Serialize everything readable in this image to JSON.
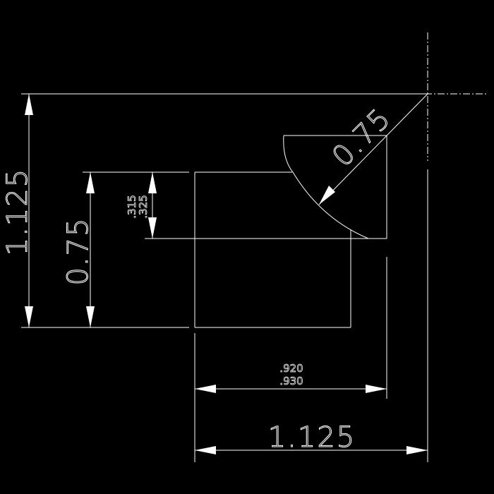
{
  "drawing": {
    "background": "#000000",
    "line_color": "#ffffff",
    "dimensions": {
      "overall_height": "1.125",
      "step_height": "0.75",
      "tol_min": ".315",
      "tol_max": ".325",
      "radius": "0.75",
      "width_min": ".920",
      "width_max": ".930",
      "overall_width": "1.125"
    }
  }
}
